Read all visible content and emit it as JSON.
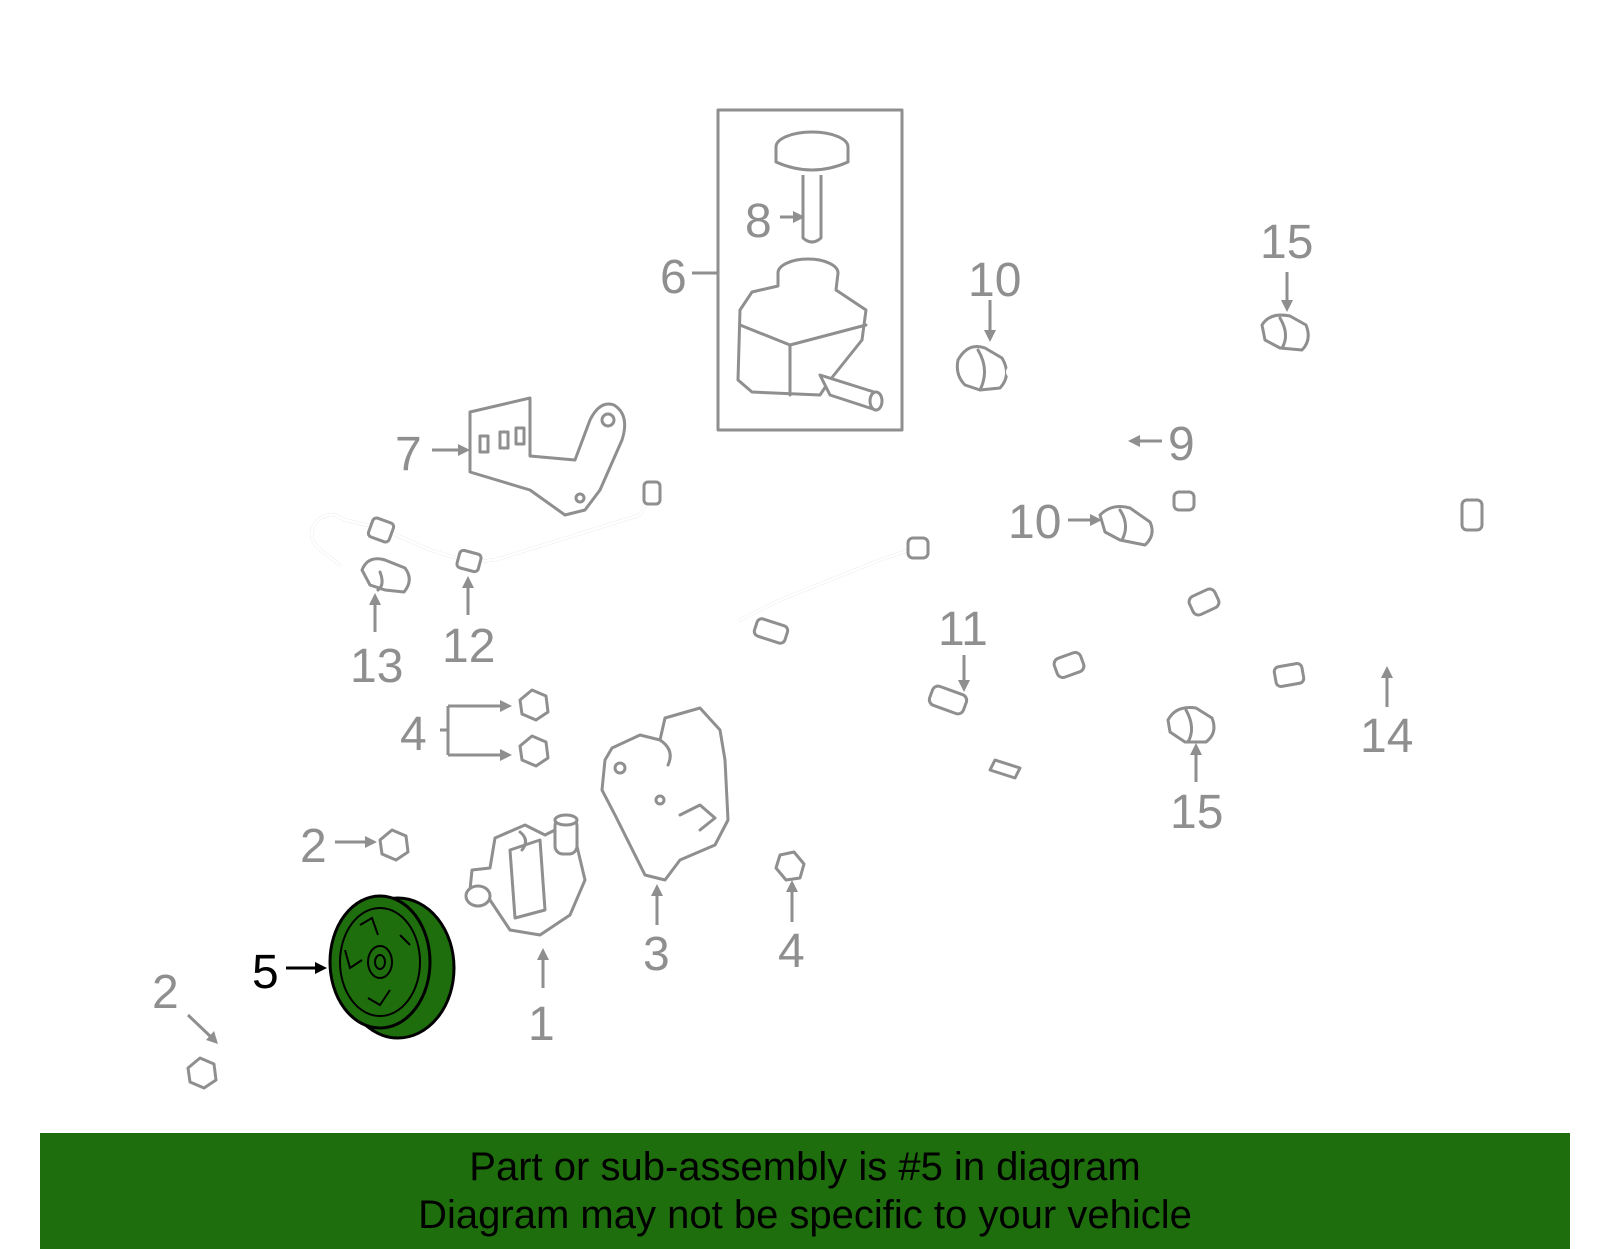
{
  "diagram": {
    "callouts": {
      "c1": "1",
      "c2a": "2",
      "c2b": "2",
      "c3": "3",
      "c4a": "4",
      "c4b": "4",
      "c5": "5",
      "c6": "6",
      "c7": "7",
      "c8": "8",
      "c9": "9",
      "c10a": "10",
      "c10b": "10",
      "c11": "11",
      "c12": "12",
      "c13": "13",
      "c14": "14",
      "c15a": "15",
      "c15b": "15"
    },
    "highlight_color": "#1f6e0d",
    "line_color": "#8f8f8f"
  },
  "footer": {
    "line1": "Part or sub-assembly is #5 in diagram",
    "line2": "Diagram may not be specific to your vehicle",
    "background": "#1f6e0d"
  }
}
